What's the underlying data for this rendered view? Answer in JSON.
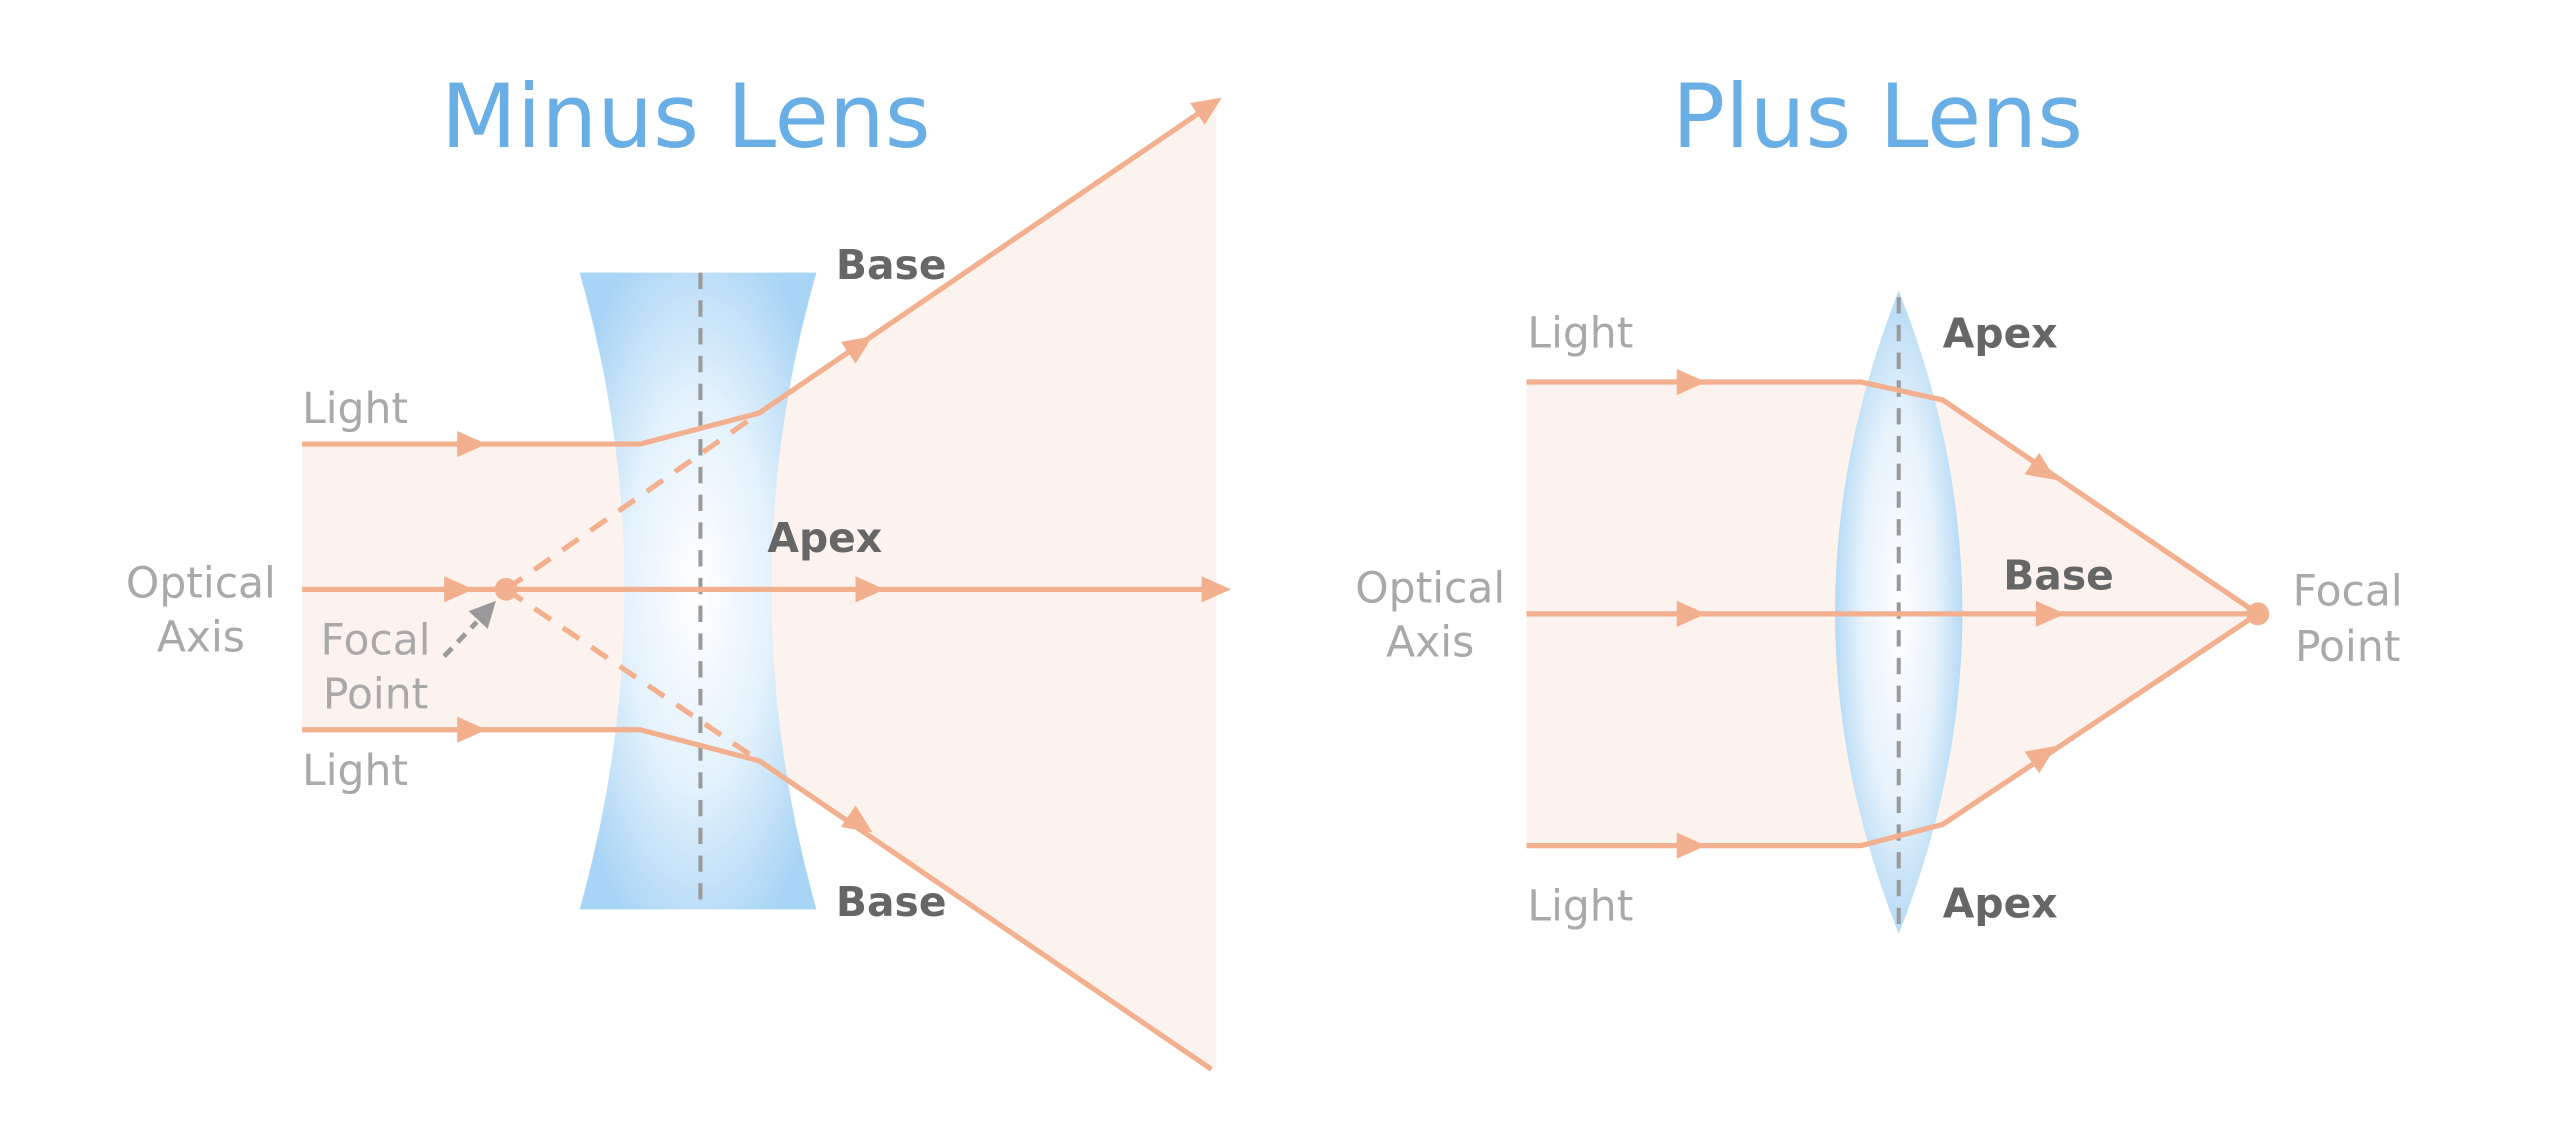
{
  "minus_lens": {
    "title": "Minus Lens",
    "light_top": "Light",
    "light_bottom": "Light",
    "optical_axis": [
      "Optical",
      "Axis"
    ],
    "focal_point": [
      "Focal",
      "Point"
    ],
    "base_top": "Base",
    "apex": "Apex",
    "base_bottom": "Base"
  },
  "plus_lens": {
    "title": "Plus Lens",
    "light_top": "Light",
    "light_bottom": "Light",
    "optical_axis": [
      "Optical",
      "Axis"
    ],
    "focal_point": [
      "Focal",
      "Point"
    ],
    "apex_top": "Apex",
    "base": "Base",
    "apex_bottom": "Apex"
  },
  "colors": {
    "title": "#6aaee6",
    "ray": "#f2b08f",
    "beam_fill": "#fdf3ee",
    "lens_edge": "#a8d4f5",
    "label": "#a9a9a9",
    "label_bold": "#666666"
  }
}
